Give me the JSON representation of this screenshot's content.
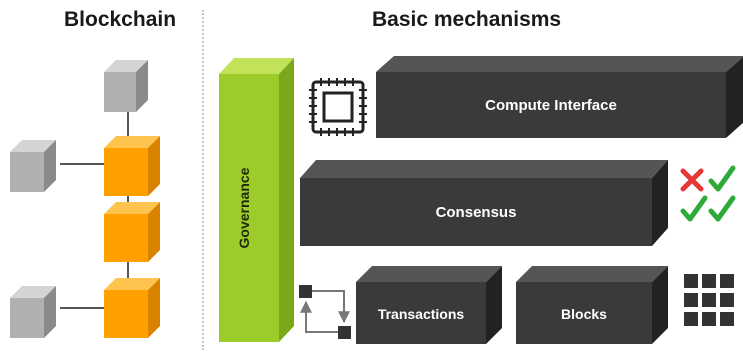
{
  "headings": {
    "left": "Blockchain",
    "right": "Basic mechanisms"
  },
  "governance": {
    "label": "Governance",
    "color": "#9ccc2a"
  },
  "layers": {
    "compute": "Compute Interface",
    "consensus": "Consensus",
    "transactions": "Transactions",
    "blocks": "Blocks"
  },
  "colors": {
    "block_dark": "#3a3a3a",
    "chain_orange": "#ffa000",
    "chain_gray": "#b0b0b0",
    "check_green": "#2eaa3a",
    "cross_red": "#e53935"
  },
  "icons": [
    "cpu-chip-icon",
    "cross-mark-icon",
    "check-mark-icon",
    "grid-blocks-icon",
    "transaction-flow-icon"
  ]
}
